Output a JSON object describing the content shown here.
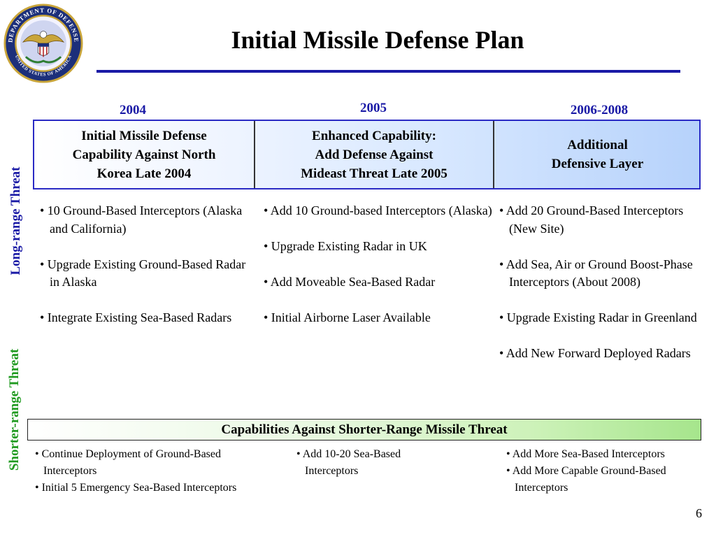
{
  "header": {
    "title": "Initial Missile Defense Plan",
    "seal": {
      "icon": "dod-seal-icon",
      "ring_text_top": "DEPARTMENT OF DEFENSE",
      "ring_text_bottom": "UNITED STATES OF AMERICA"
    }
  },
  "years": [
    "2004",
    "2005",
    "2006-2008"
  ],
  "phases": [
    {
      "lines": [
        "Initial Missile Defense",
        "Capability Against North",
        "Korea Late 2004"
      ]
    },
    {
      "lines": [
        "Enhanced Capability:",
        "Add Defense Against",
        "Mideast Threat Late 2005"
      ]
    },
    {
      "lines": [
        "Additional",
        "Defensive Layer"
      ]
    }
  ],
  "side_labels": {
    "long_range": "Long-range Threat",
    "shorter_range": "Shorter-range Threat"
  },
  "long_range_items": [
    [
      "• 10 Ground-Based Interceptors (Alaska and California)",
      "• Upgrade Existing Ground-Based Radar in Alaska",
      "• Integrate Existing Sea-Based Radars"
    ],
    [
      "• Add 10 Ground-based Interceptors (Alaska)",
      "• Upgrade Existing Radar in UK",
      "• Add Moveable Sea-Based Radar",
      "• Initial Airborne Laser Available"
    ],
    [
      "• Add 20 Ground-Based Interceptors (New Site)",
      "• Add Sea, Air or Ground Boost-Phase Interceptors (About 2008)",
      "• Upgrade Existing Radar in Greenland",
      "• Add New Forward Deployed Radars"
    ]
  ],
  "shorter_range": {
    "banner": "Capabilities Against Shorter-Range Missile Threat",
    "columns": [
      [
        "• Continue Deployment of Ground-Based Interceptors",
        "• Initial 5 Emergency Sea-Based Interceptors"
      ],
      [
        "• Add 10-20 Sea-Based Interceptors"
      ],
      [
        "• Add More Sea-Based Interceptors",
        "• Add More Capable Ground-Based Interceptors"
      ]
    ]
  },
  "page_number": "6",
  "colors": {
    "year_blue": "#1a1aa6",
    "long_range_label": "#1a1aa6",
    "shorter_range_label": "#1f9a1f",
    "rule_blue": "#1a1aa6"
  }
}
